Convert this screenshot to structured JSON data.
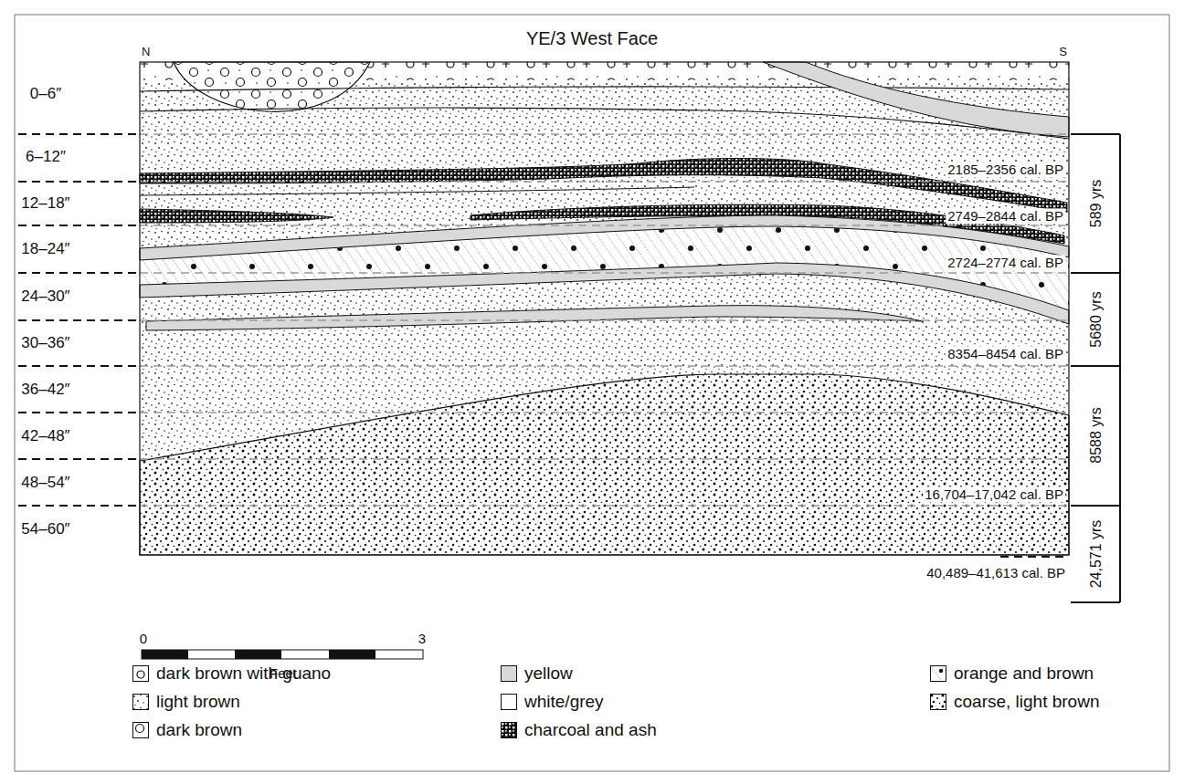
{
  "diagram": {
    "title": "YE/3 West Face",
    "labels": [
      "N",
      "S",
      "0–6″",
      "6–12″",
      "12–18″",
      "18–24″",
      "24–30″",
      "30–36″",
      "36–42″",
      "42–48″",
      "48–54″",
      "54–60″",
      "2185–2356 cal. BP",
      "2749–2844 cal. BP",
      "2724–2774 cal. BP",
      "8354–8454 cal. BP",
      "16,704–17,042 cal. BP",
      "40,489–41,613 cal. BP",
      "589 yrs",
      "5680 yrs",
      "8588 yrs",
      "24,571 yrs",
      "0",
      "3",
      "Feet"
    ],
    "legend": [
      {
        "text": "dark brown with guano"
      },
      {
        "text": "light brown"
      },
      {
        "text": "dark brown"
      },
      {
        "text": "yellow",
        "color": "#d9d9d9"
      },
      {
        "text": "white/grey",
        "color": "#ffffff"
      },
      {
        "text": "charcoal and ash"
      },
      {
        "text": "orange and brown"
      },
      {
        "text": "coarse, light brown"
      }
    ]
  }
}
